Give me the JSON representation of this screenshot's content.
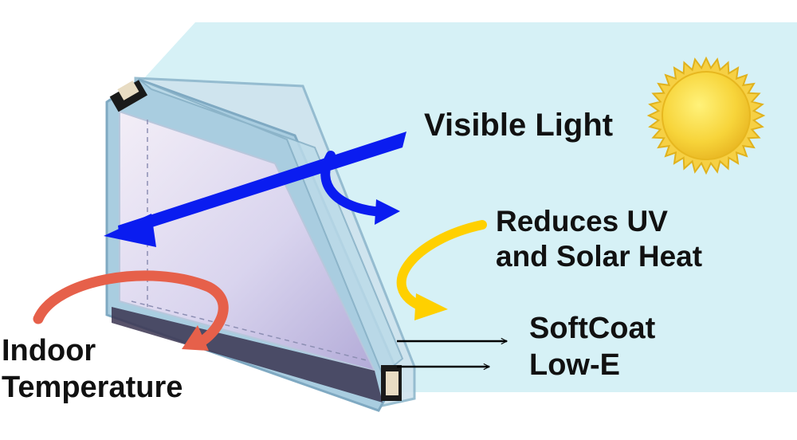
{
  "labels": {
    "visible_light": "Visible Light",
    "reduces_uv_line1": "Reduces UV",
    "reduces_uv_line2": "and Solar Heat",
    "softcoat_line1": "SoftCoat",
    "softcoat_line2": "Low-E",
    "indoor_line1": "Indoor",
    "indoor_line2": "Temperature"
  },
  "colors": {
    "sky_background": "#d6f1f6",
    "visible_light_arrow": "#0a1cf0",
    "solar_heat_arrow": "#ffd000",
    "indoor_temp_arrow": "#e6604a",
    "glass_frame": "#9ec7d9",
    "glass_pane": "#cfcbea",
    "sun": "#f3c92b"
  },
  "icons": {
    "sun": "sun-icon",
    "window": "double-pane-window-icon"
  }
}
